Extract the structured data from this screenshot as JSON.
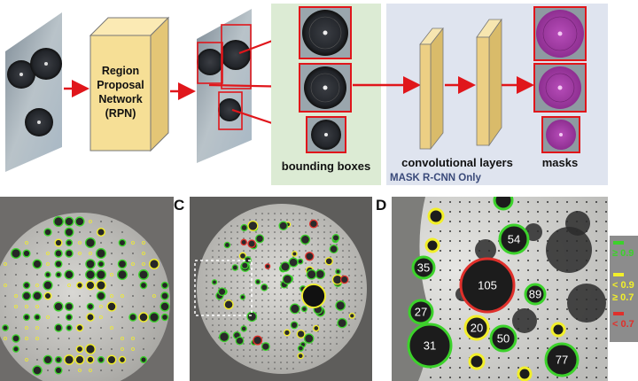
{
  "pipeline": {
    "rpn_label_lines": [
      "Region",
      "Proposal",
      "Network",
      "(RPN)"
    ],
    "bounding_boxes_label": "bounding boxes",
    "conv_layers_label": "convolutional layers",
    "masks_label": "masks",
    "mask_rcnn_only_label": "MASK R-CNN Only"
  },
  "panels": {
    "c_letter": "C",
    "d_letter": "D"
  },
  "panel_d": {
    "numbers": [
      "54",
      "35",
      "105",
      "89",
      "27",
      "20",
      "50",
      "31",
      "77"
    ]
  },
  "legend": {
    "items": [
      {
        "text": "≥ 0.9",
        "color": "#3cd22b"
      },
      {
        "text": "< 0.9",
        "color": "#f2ef2a"
      },
      {
        "text": "≥ 0.7",
        "color": "#f2ef2a"
      },
      {
        "text": "< 0.7",
        "color": "#e0302b"
      }
    ]
  },
  "colors": {
    "green": "#3cd22b",
    "yellow": "#f2ef2a",
    "red": "#e0302b",
    "arrow": "#e0161b",
    "rpn_face": "#f6df96",
    "conv_face": "#eccf84",
    "bbox_bg": "#dcebd4",
    "mask_bg": "#dfe4ef",
    "mask_purple": "#a33fa6"
  }
}
